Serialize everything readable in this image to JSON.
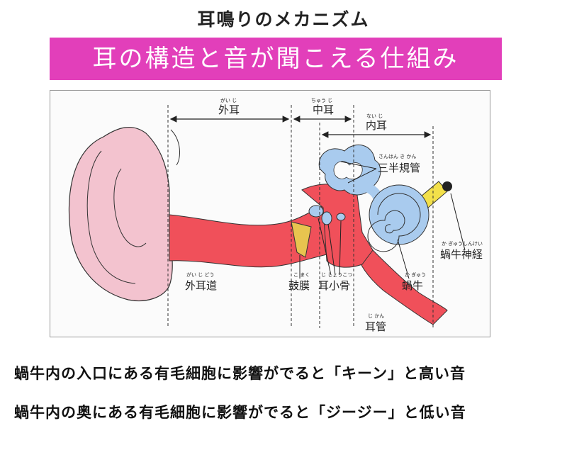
{
  "header": {
    "title": "耳鳴りのメカニズム",
    "subtitle": "耳の構造と音が聞こえる仕組み"
  },
  "diagram": {
    "labels": {
      "outer_ear": {
        "text": "外耳",
        "ruby": "がい じ"
      },
      "middle_ear": {
        "text": "中耳",
        "ruby": "ちゅう じ"
      },
      "inner_ear": {
        "text": "内耳",
        "ruby": "ない じ"
      },
      "semicircular_canals": {
        "text": "三半規管",
        "ruby": "さんはん き かん"
      },
      "cochlear_nerve": {
        "text": "蝸牛神経",
        "ruby": "か ぎゅうしんけい"
      },
      "ear_canal": {
        "text": "外耳道",
        "ruby": "がい じ どう"
      },
      "eardrum": {
        "text": "鼓膜",
        "ruby": "こ まく"
      },
      "ossicles": {
        "text": "耳小骨",
        "ruby": "じ しょうこつ"
      },
      "cochlea": {
        "text": "蝸牛",
        "ruby": "か ぎゅう"
      },
      "eustachian_tube": {
        "text": "耳管",
        "ruby": "じ かん"
      }
    },
    "colors": {
      "skin": "#f3c3cf",
      "tissue": "#f0505a",
      "inner_ear": "#a9cbee",
      "nerve": "#f3e04a",
      "eardrum": "#e8c44f"
    }
  },
  "description": {
    "line1": "蝸牛内の入口にある有毛細胞に影響がでると「キーン」と高い音",
    "line2": "蝸牛内の奥にある有毛細胞に影響がでると「ジージー」と低い音"
  }
}
